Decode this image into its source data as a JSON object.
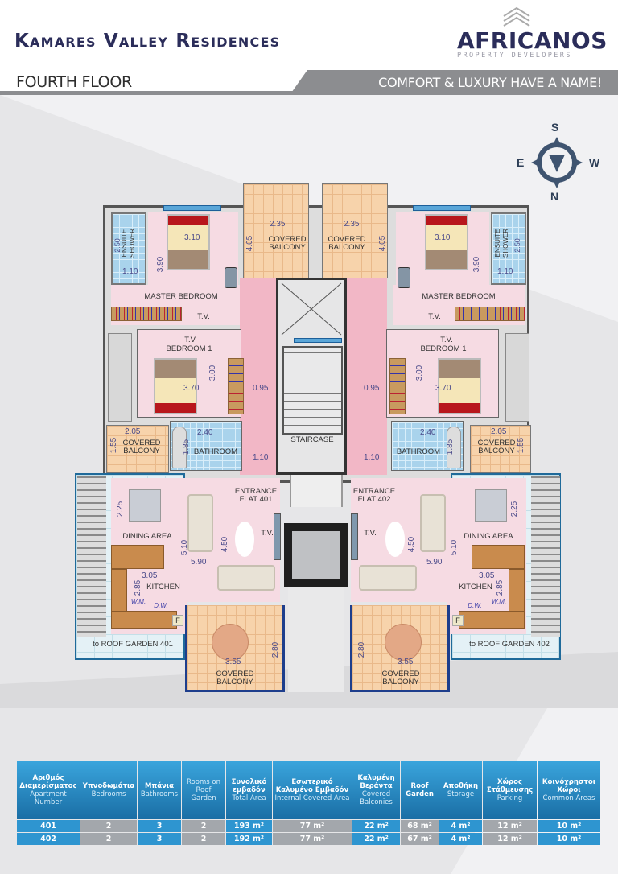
{
  "header": {
    "title": "Kamares Valley Residences",
    "logo": {
      "name": "AFRICANOS",
      "tagline": "PROPERTY DEVELOPERS",
      "icon": "chevron-roof-icon"
    },
    "floor": "FOURTH FLOOR",
    "slogan": "COMFORT & LUXURY HAVE A NAME!"
  },
  "compass": {
    "top": "S",
    "left": "E",
    "right": "W",
    "bottom": "N",
    "icon": "compass-icon"
  },
  "plan": {
    "staircase": "STAIRCASE",
    "flat401": {
      "entrance": "ENTRANCE FLAT 401",
      "master_bedroom": {
        "label": "MASTER BEDROOM",
        "w": "3.10",
        "h": "3.90",
        "tv": "T.V."
      },
      "ensuite": {
        "label": "ENSUITE SHOWER",
        "w": "1.10",
        "h": "2.50"
      },
      "balcony_top": {
        "label": "COVERED BALCONY",
        "w": "2.35",
        "h": "4.05"
      },
      "bedroom1": {
        "label": "BEDROOM 1",
        "w": "3.70",
        "h": "3.00",
        "tv": "T.V."
      },
      "corridor": {
        "w1": "0.95",
        "w2": "1.10"
      },
      "bathroom": {
        "label": "BATHROOM",
        "w": "2.40",
        "h": "1.85"
      },
      "balcony_side": {
        "label": "COVERED BALCONY",
        "w": "2.05",
        "h": "1.55"
      },
      "dining": {
        "label": "DINING AREA",
        "h": "2.25"
      },
      "living": {
        "w": "5.90",
        "h1": "5.10",
        "h2": "4.50",
        "tv": "T.V."
      },
      "kitchen": {
        "label": "KITCHEN",
        "w": "3.05",
        "h": "2.85",
        "wm": "W.M.",
        "dw": "D.W.",
        "fridge": "F"
      },
      "balcony_bottom": {
        "label": "COVERED BALCONY",
        "w": "3.55",
        "h": "2.80"
      },
      "roof": "to ROOF GARDEN 401"
    },
    "flat402": {
      "entrance": "ENTRANCE FLAT 402",
      "master_bedroom": {
        "label": "MASTER BEDROOM",
        "w": "3.10",
        "h": "3.90",
        "tv": "T.V."
      },
      "ensuite": {
        "label": "ENSUITE SHOWER",
        "w": "1.10",
        "h": "2.50"
      },
      "balcony_top": {
        "label": "COVERED BALCONY",
        "w": "2.35",
        "h": "4.05"
      },
      "bedroom1": {
        "label": "BEDROOM 1",
        "w": "3.70",
        "h": "3.00",
        "tv": "T.V."
      },
      "corridor": {
        "w1": "0.95",
        "w2": "1.10"
      },
      "bathroom": {
        "label": "BATHROOM",
        "w": "2.40",
        "h": "1.85"
      },
      "balcony_side": {
        "label": "COVERED BALCONY",
        "w": "2.05",
        "h": "1.55"
      },
      "dining": {
        "label": "DINING AREA",
        "h": "2.25"
      },
      "living": {
        "w": "5.90",
        "h1": "5.10",
        "h2": "4.50",
        "tv": "T.V."
      },
      "kitchen": {
        "label": "KITCHEN",
        "w": "3.05",
        "h": "2.85",
        "wm": "W.M.",
        "dw": "D.W.",
        "fridge": "F"
      },
      "balcony_bottom": {
        "label": "COVERED BALCONY",
        "w": "3.55",
        "h": "2.80"
      },
      "roof": "to ROOF GARDEN 402"
    }
  },
  "table": {
    "headers": [
      {
        "gr": "Αριθμός Διαμερίσματος",
        "en": "Apartment Number"
      },
      {
        "gr": "Υπνοδωμάτια",
        "en": "Bedrooms"
      },
      {
        "gr": "Μπάνια",
        "en": "Bathrooms"
      },
      {
        "gr": "",
        "en": "Rooms on Roof Garden"
      },
      {
        "gr": "Συνολικό εμβαδόν",
        "en": "Total Area"
      },
      {
        "gr": "Εσωτερικό Καλυμένο Εμβαδόν",
        "en": "Internal Covered Area"
      },
      {
        "gr": "Καλυμένη Βεράντα",
        "en": "Covered Balconies"
      },
      {
        "gr": "Roof Garden",
        "en": ""
      },
      {
        "gr": "Αποθήκη",
        "en": "Storage"
      },
      {
        "gr": "Χώρος Στάθμευσης",
        "en": "Parking"
      },
      {
        "gr": "Κοινόχρηστοι Χώροι",
        "en": "Common Areas"
      }
    ],
    "rows": [
      [
        "401",
        "2",
        "3",
        "2",
        "193 m²",
        "77 m²",
        "22 m²",
        "68 m²",
        "4 m²",
        "12 m²",
        "10 m²"
      ],
      [
        "402",
        "2",
        "3",
        "2",
        "192 m²",
        "77 m²",
        "22 m²",
        "67 m²",
        "4 m²",
        "12 m²",
        "10 m²"
      ]
    ]
  },
  "colors": {
    "navy": "#2b2d5a",
    "table_blue": "#2e95d0",
    "table_gray": "#a3a7ac",
    "band_gray": "#8c8d90"
  }
}
